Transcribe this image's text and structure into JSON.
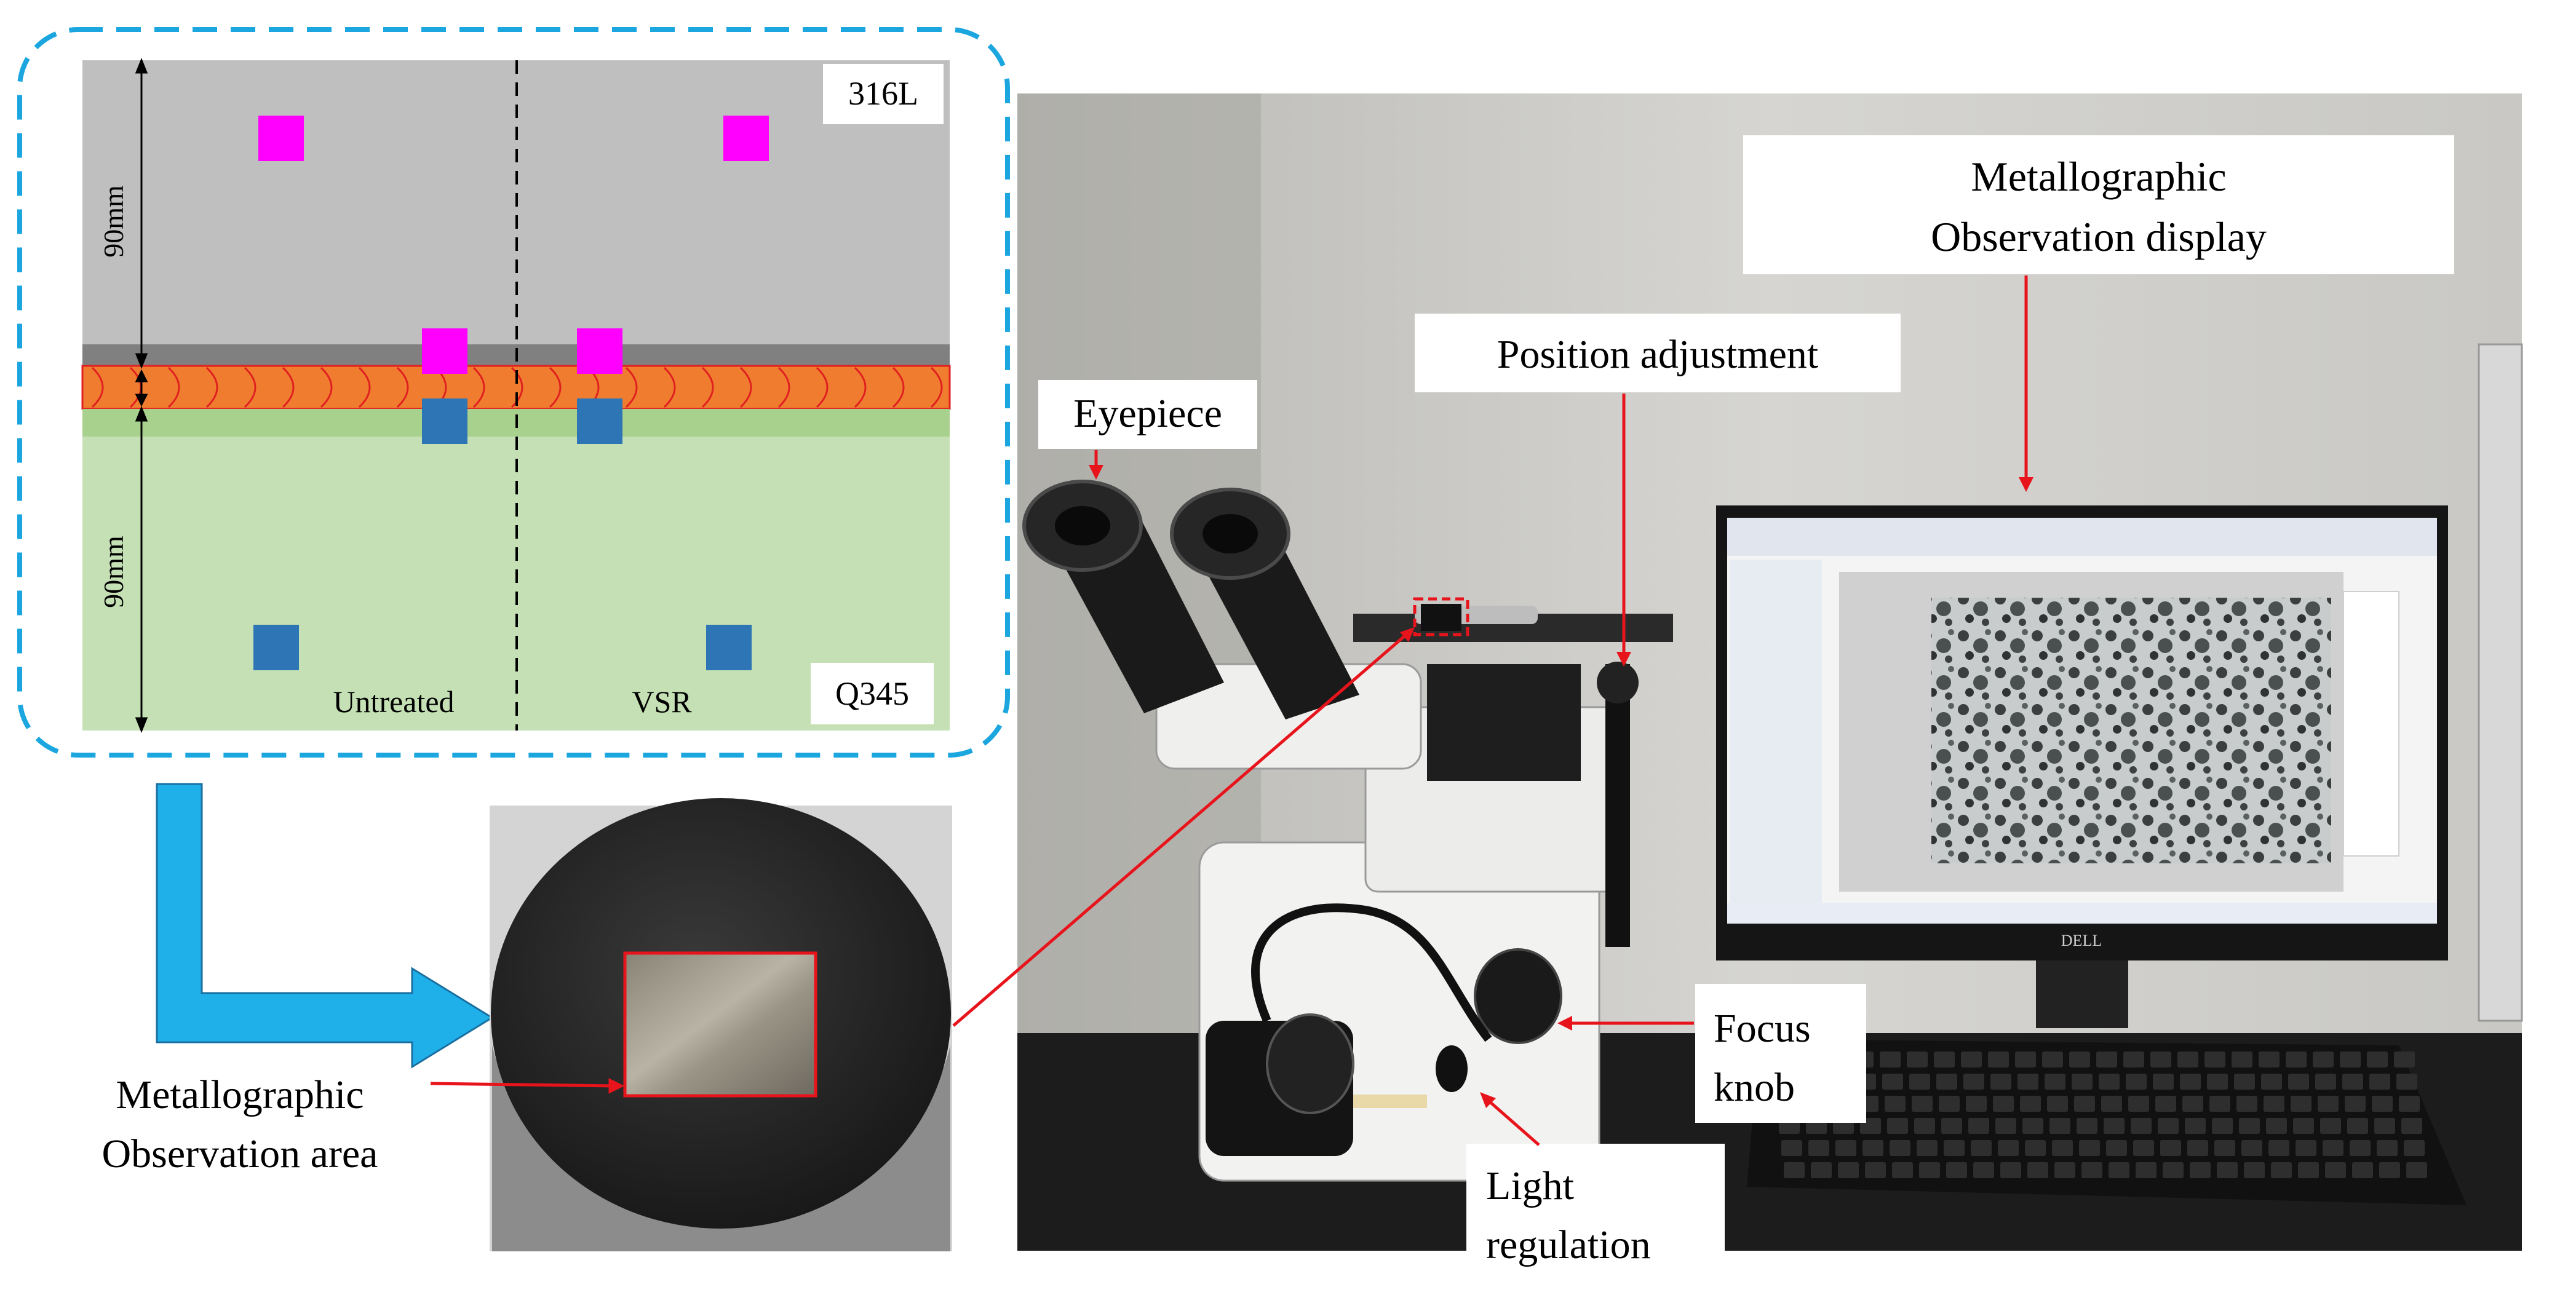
{
  "schematic": {
    "top_material": "316L",
    "bottom_material": "Q345",
    "top_dimension": "90mm",
    "bottom_dimension": "90mm",
    "left_zone_label": "Untreated",
    "right_zone_label": "VSR",
    "colors": {
      "top_plate": "#bfbfbf",
      "bottom_plate": "#c5e0b4",
      "weld": "#f07d2f",
      "weld_arc": "#e02020",
      "sample_top": "#ff00ff",
      "sample_bottom": "#2e75b6",
      "frame": "#1ba6e0"
    }
  },
  "specimen": {
    "label_line1": "Metallographic",
    "label_line2": "Observation area"
  },
  "microscope": {
    "eyepiece_label": "Eyepiece",
    "position_label": "Position adjustment",
    "display_label_line1": "Metallographic",
    "display_label_line2": "Observation display",
    "focus_label_line1": "Focus",
    "focus_label_line2": "knob",
    "light_label_line1": "Light",
    "light_label_line2": "regulation",
    "monitor_brand": "DELL"
  },
  "colors": {
    "arrow_blue": "#1fb0ea",
    "callout_red": "#e8141c"
  }
}
